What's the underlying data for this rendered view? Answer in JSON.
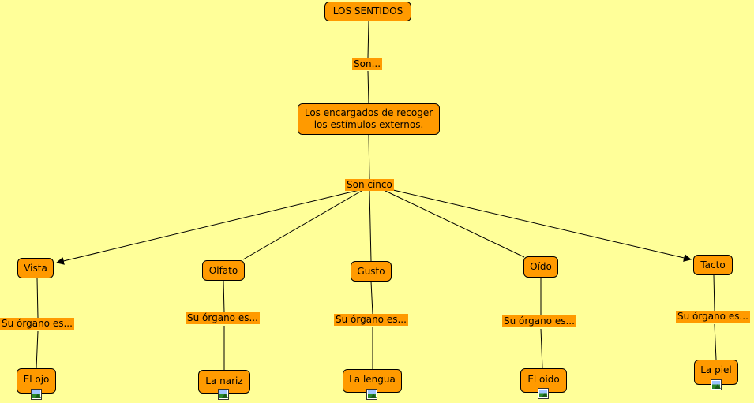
{
  "colors": {
    "background": "#ffff99",
    "node_fill": "#ff9a00",
    "line": "#000000"
  },
  "nodes": {
    "root": "LOS SENTIDOS",
    "definition": "Los encargados de recoger\nlos estímulos externos.",
    "vista": "Vista",
    "olfato": "Olfato",
    "gusto": "Gusto",
    "oido": "Oído",
    "tacto": "Tacto",
    "ojo": "El ojo",
    "nariz": "La nariz",
    "lengua": "La lengua",
    "oido_organ": "El oído",
    "piel": "La piel"
  },
  "links": {
    "son": "Son...",
    "son_cinco": "Son cinco",
    "organo": "Su órgano es..."
  },
  "icons": {
    "image_resource": "image-resource-icon"
  }
}
